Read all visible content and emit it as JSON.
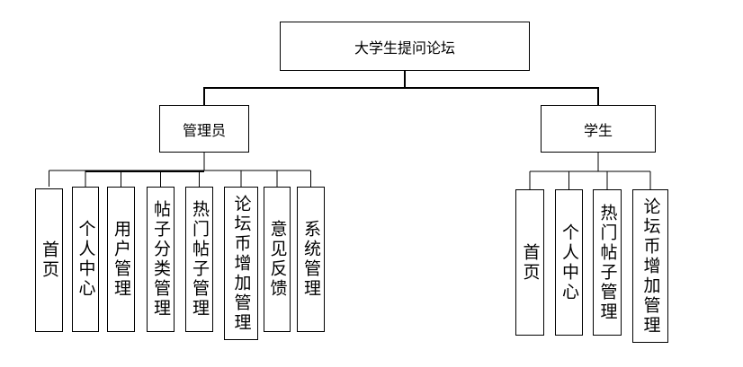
{
  "root": {
    "label": "大学生提问论坛"
  },
  "admin": {
    "label": "管理员",
    "modules": [
      "首页",
      "个人中心",
      "用户管理",
      "帖子分类管理",
      "热门帖子管理",
      "论坛币增加管理",
      "意见反馈",
      "系统管理"
    ]
  },
  "student": {
    "label": "学生",
    "modules": [
      "首页",
      "个人中心",
      "热门帖子管理",
      "论坛币增加管理"
    ]
  }
}
